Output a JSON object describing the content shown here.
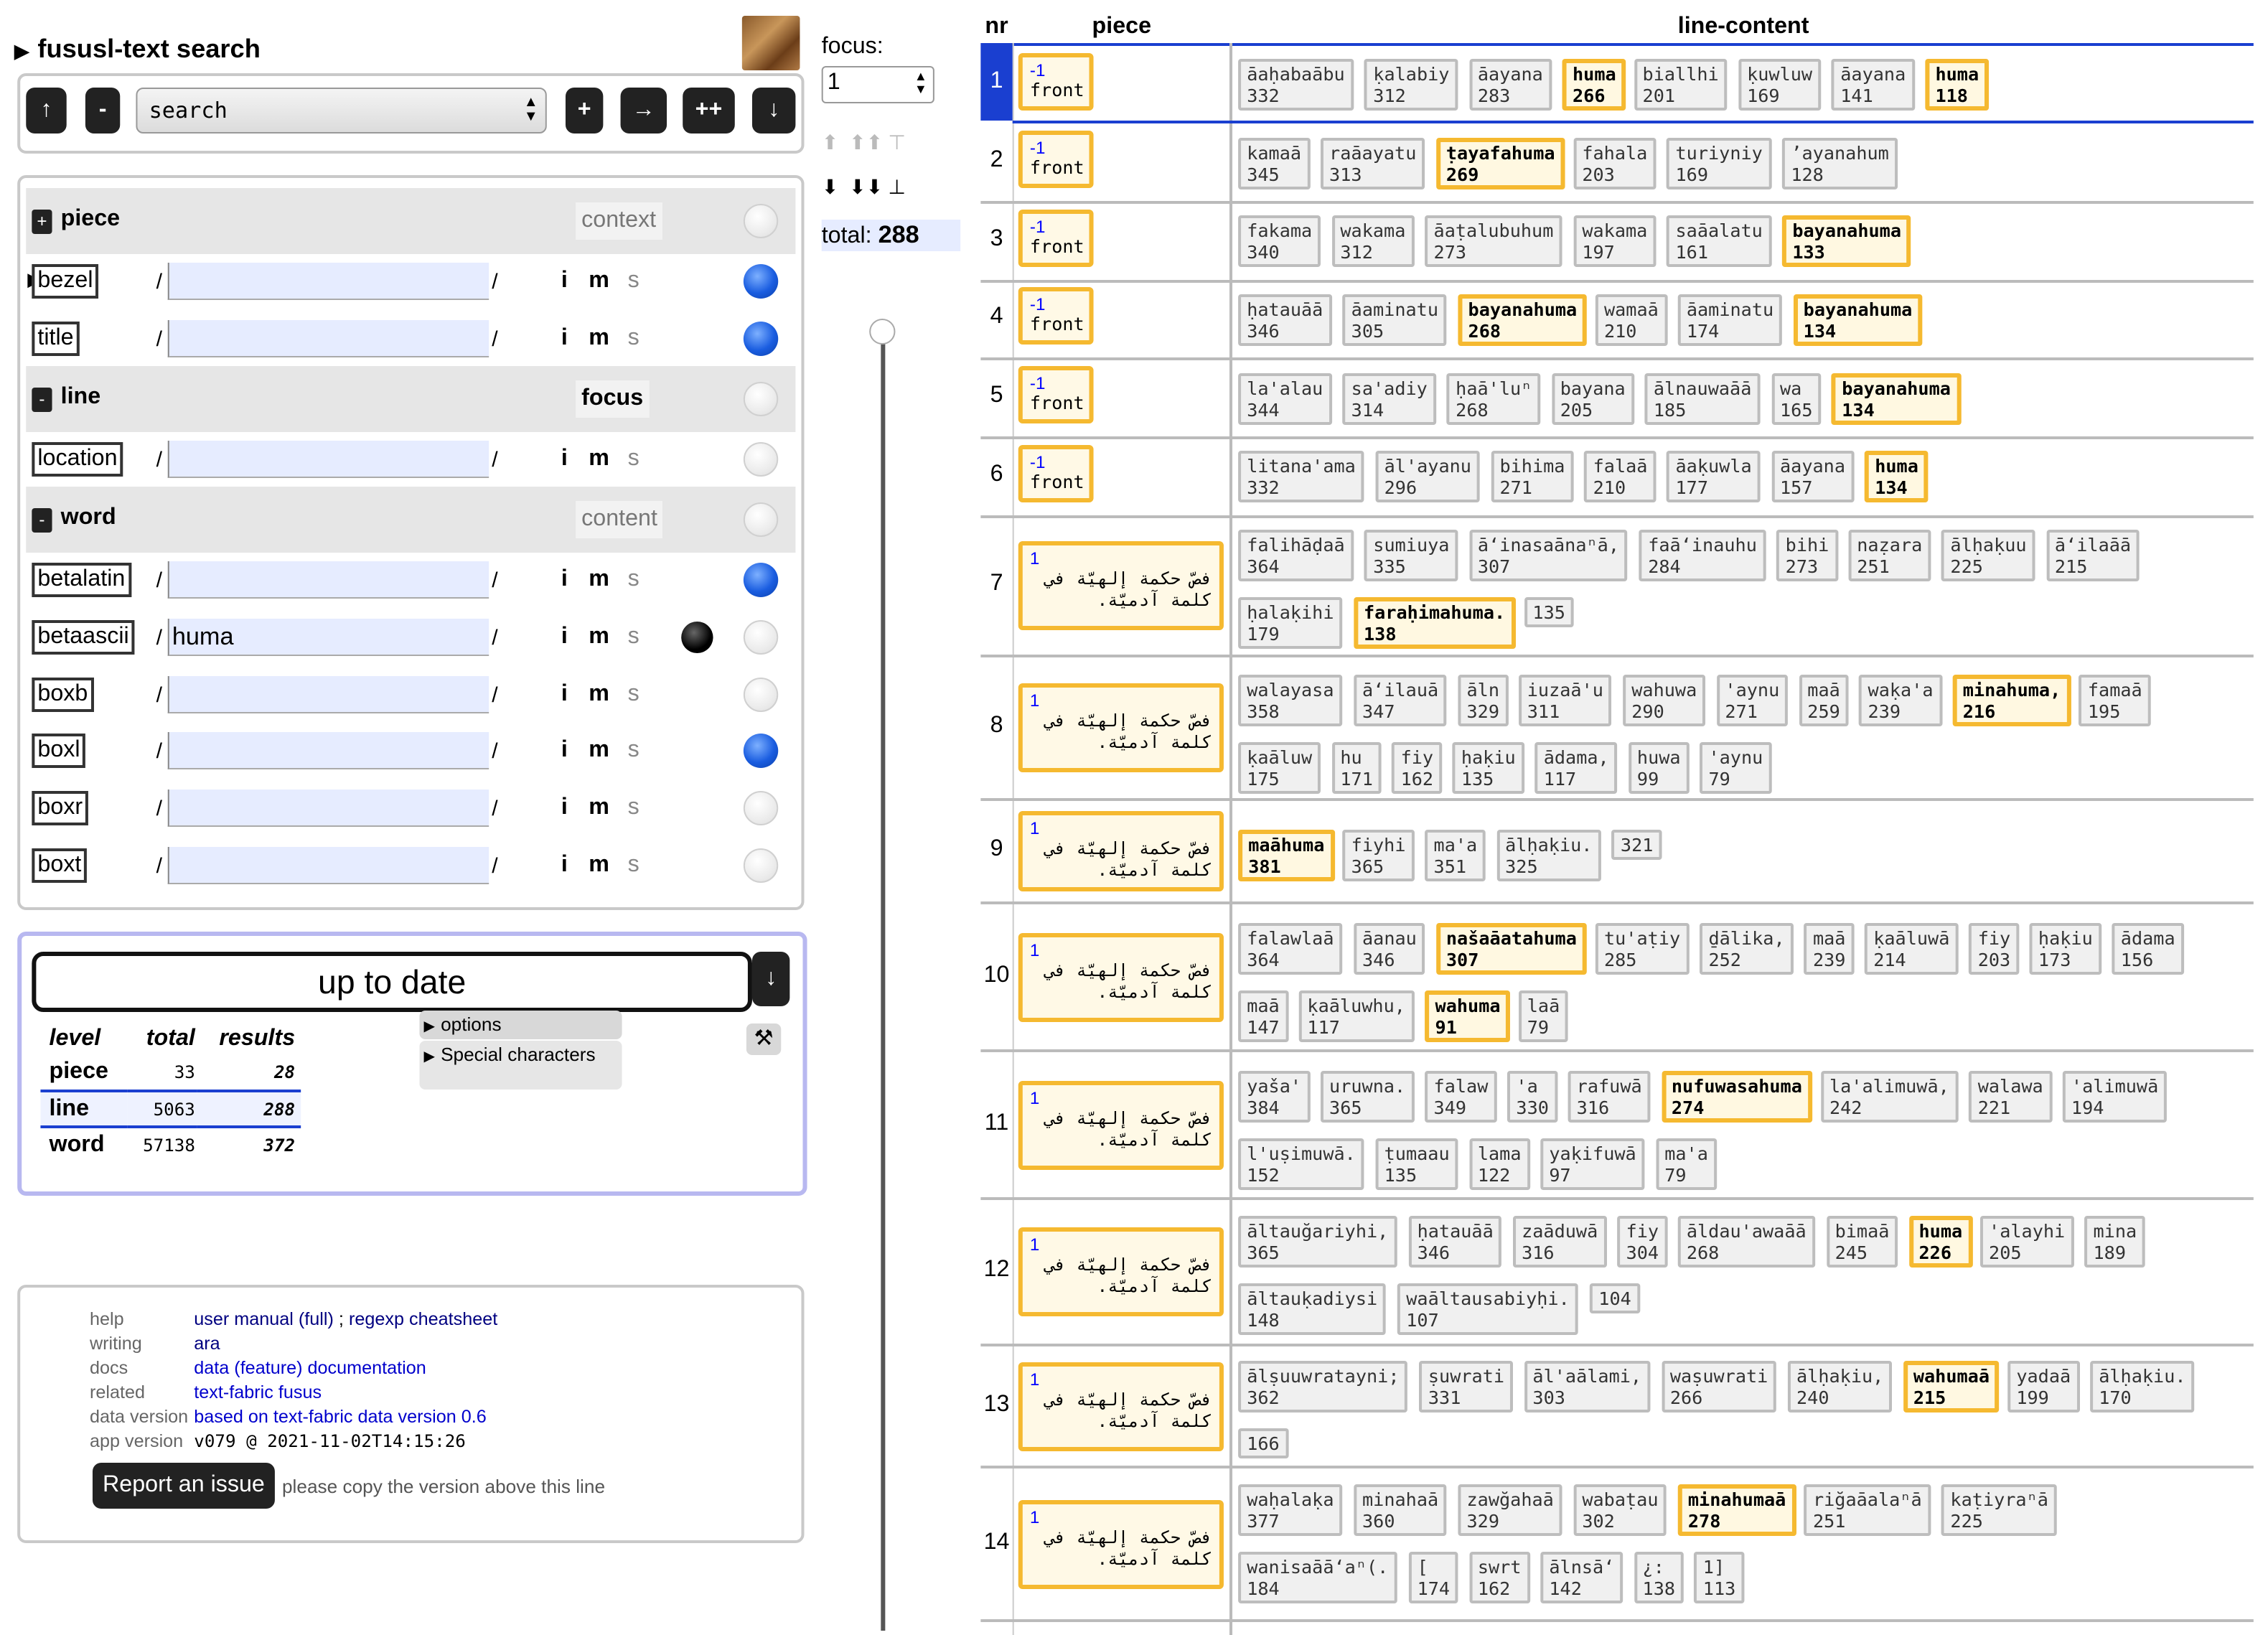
{
  "app": {
    "title": "fususl-text search"
  },
  "nav": {
    "up": "↑",
    "minus": "-",
    "search_option": "search",
    "plus": "+",
    "right": "→",
    "plusplus": "++",
    "down": "↓"
  },
  "levels": [
    {
      "toggle": "+",
      "name": "piece",
      "role": "context"
    },
    {
      "toggle": "-",
      "name": "line",
      "role": "focus"
    },
    {
      "toggle": "-",
      "name": "word",
      "role": "content"
    }
  ],
  "features": [
    {
      "name": "bezel",
      "value": "",
      "radio": "on"
    },
    {
      "name": "title",
      "value": "",
      "radio": "on"
    },
    {
      "name": "location",
      "value": "",
      "radio": "off"
    },
    {
      "name": "betalatin",
      "value": "",
      "radio": "on"
    },
    {
      "name": "betaascii",
      "value": "huma",
      "radio": "off"
    },
    {
      "name": "boxb",
      "value": "",
      "radio": "off"
    },
    {
      "name": "boxl",
      "value": "",
      "radio": "on"
    },
    {
      "name": "boxr",
      "value": "",
      "radio": "off"
    },
    {
      "name": "boxt",
      "value": "",
      "radio": "off"
    }
  ],
  "feature_flags": {
    "slash": "/",
    "i": "i",
    "m": "m",
    "s": "s"
  },
  "status": {
    "label": "up to date",
    "exec_icon": "↓",
    "options": "options",
    "special": "Special characters",
    "tools_icon": "hammer-wrench-icon"
  },
  "stats": {
    "headers": [
      "level",
      "total",
      "results"
    ],
    "rows": [
      {
        "level": "piece",
        "total": "33",
        "results": "28"
      },
      {
        "level": "line",
        "total": "5063",
        "results": "288"
      },
      {
        "level": "word",
        "total": "57138",
        "results": "372"
      }
    ]
  },
  "footer": {
    "help_k": "help",
    "help_v1": "user manual (full)",
    "help_sep": ";",
    "help_v2": "regexp cheatsheet",
    "writing_k": "writing",
    "writing_v": "ara",
    "docs_k": "docs",
    "docs_v": "data (feature) documentation",
    "related_k": "related",
    "related_v": "text-fabric fusus",
    "data_k": "data version",
    "data_v": "based on text-fabric data version 0.6",
    "app_k": "app version",
    "app_v": "v079 @ 2021-11-02T14:15:26",
    "report": "Report an issue",
    "report_note": "please copy the version above this line"
  },
  "focus": {
    "label": "focus:",
    "value": "1",
    "total_label": "total:",
    "total": "288"
  },
  "results": {
    "headers": {
      "nr": "nr",
      "piece": "piece",
      "content": "line-content"
    },
    "front": {
      "n": "-1",
      "t": "front"
    },
    "arabic": {
      "n": "1",
      "t1": "فصّ حكمة إلهيّة في",
      "t2": "كلمة آدميّة."
    },
    "rows": [
      {
        "nr": "1",
        "p": "front",
        "words": [
          [
            "āaḥabaābu",
            "332",
            0
          ],
          [
            "ḳalabiy",
            "312",
            0
          ],
          [
            "āayana",
            "283",
            0
          ],
          [
            "huma",
            "266",
            1
          ],
          [
            "biallhi",
            "201",
            0
          ],
          [
            "ḳuwluw",
            "169",
            0
          ],
          [
            "āayana",
            "141",
            0
          ],
          [
            "huma",
            "118",
            1
          ]
        ]
      },
      {
        "nr": "2",
        "p": "front",
        "words": [
          [
            "kamaā",
            "345",
            0
          ],
          [
            "raāayatu",
            "313",
            0
          ],
          [
            "ṭayafahuma",
            "269",
            1
          ],
          [
            "fahala",
            "203",
            0
          ],
          [
            "turiyniy",
            "169",
            0
          ],
          [
            "ʼayanahum",
            "128",
            0
          ]
        ]
      },
      {
        "nr": "3",
        "p": "front",
        "words": [
          [
            "fakama",
            "340",
            0
          ],
          [
            "wakama",
            "312",
            0
          ],
          [
            "āaṭalubuhum",
            "273",
            0
          ],
          [
            "wakama",
            "197",
            0
          ],
          [
            "saāalatu",
            "161",
            0
          ],
          [
            "bayanahuma",
            "133",
            1
          ]
        ]
      },
      {
        "nr": "4",
        "p": "front",
        "words": [
          [
            "ḥatauāā",
            "346",
            0
          ],
          [
            "āaminatu",
            "305",
            0
          ],
          [
            "bayanahuma",
            "268",
            1
          ],
          [
            "wamaā",
            "210",
            0
          ],
          [
            "āaminatu",
            "174",
            0
          ],
          [
            "bayanahuma",
            "134",
            1
          ]
        ]
      },
      {
        "nr": "5",
        "p": "front",
        "words": [
          [
            "la'alau",
            "344",
            0
          ],
          [
            "sa'adiy",
            "314",
            0
          ],
          [
            "ḥaā'luⁿ",
            "268",
            0
          ],
          [
            "bayana",
            "205",
            0
          ],
          [
            "ālnauwaāā",
            "185",
            0
          ],
          [
            "wa",
            "165",
            0
          ],
          [
            "bayanahuma",
            "134",
            1
          ]
        ]
      },
      {
        "nr": "6",
        "p": "front",
        "words": [
          [
            "litana'ama",
            "332",
            0
          ],
          [
            "āl'ayanu",
            "296",
            0
          ],
          [
            "bihima",
            "271",
            0
          ],
          [
            "falaā",
            "210",
            0
          ],
          [
            "āaḳuwla",
            "177",
            0
          ],
          [
            "āayana",
            "157",
            0
          ],
          [
            "huma",
            "134",
            1
          ]
        ]
      },
      {
        "nr": "7",
        "p": "ar",
        "words": [
          [
            "falihāḍaā",
            "364",
            0
          ],
          [
            "sumiuya",
            "335",
            0
          ],
          [
            "āʻinasaānaⁿā,",
            "307",
            0
          ],
          [
            "faāʻinauhu",
            "284",
            0
          ],
          [
            "bihi",
            "273",
            0
          ],
          [
            "naẓara",
            "251",
            0
          ],
          [
            "ālḥaḳuu",
            "225",
            0
          ],
          [
            "āʻilaāā",
            "215",
            0
          ],
          [
            "ḥalaḳihi",
            "179",
            0
          ],
          [
            "faraḥimahuma.",
            "138",
            1
          ],
          [
            "",
            "135",
            0
          ]
        ]
      },
      {
        "nr": "8",
        "p": "ar",
        "words": [
          [
            "walayasa",
            "358",
            0
          ],
          [
            "āʻilauā",
            "347",
            0
          ],
          [
            "āln",
            "329",
            0
          ],
          [
            "iuzaā'u",
            "311",
            0
          ],
          [
            "wahuwa",
            "290",
            0
          ],
          [
            "'aynu",
            "271",
            0
          ],
          [
            "maā",
            "259",
            0
          ],
          [
            "waḳa'a",
            "239",
            0
          ],
          [
            "minahuma,",
            "216",
            1
          ],
          [
            "famaā",
            "195",
            0
          ],
          [
            "ḳaāluw",
            "175",
            0
          ],
          [
            "hu",
            "171",
            0
          ],
          [
            "fiy",
            "162",
            0
          ],
          [
            "ḥaḳiu",
            "135",
            0
          ],
          [
            "ādama,",
            "117",
            0
          ],
          [
            "huwa",
            "99",
            0
          ],
          [
            "'aynu",
            "79",
            0
          ]
        ]
      },
      {
        "nr": "9",
        "p": "ar",
        "words": [
          [
            "maāhuma",
            "381",
            1
          ],
          [
            "fiyhi",
            "365",
            0
          ],
          [
            "ma'a",
            "351",
            0
          ],
          [
            "ālḥaḳiu.",
            "325",
            0
          ],
          [
            "",
            "321",
            0
          ]
        ]
      },
      {
        "nr": "10",
        "p": "ar",
        "words": [
          [
            "falawlaā",
            "364",
            0
          ],
          [
            "āanau",
            "346",
            0
          ],
          [
            "našaāatahuma",
            "307",
            1
          ],
          [
            "tu'aṭiy",
            "285",
            0
          ],
          [
            "ḏālika,",
            "252",
            0
          ],
          [
            "maā",
            "239",
            0
          ],
          [
            "ḳaāluwā",
            "214",
            0
          ],
          [
            "fiy",
            "203",
            0
          ],
          [
            "ḥaḳiu",
            "173",
            0
          ],
          [
            "ādama",
            "156",
            0
          ],
          [
            "maā",
            "147",
            0
          ],
          [
            "ḳaāluwhu,",
            "117",
            0
          ],
          [
            "wahuma",
            "91",
            1
          ],
          [
            "laā",
            "79",
            0
          ]
        ]
      },
      {
        "nr": "11",
        "p": "ar",
        "words": [
          [
            "yaša'",
            "384",
            0
          ],
          [
            "uruwna.",
            "365",
            0
          ],
          [
            "falaw",
            "349",
            0
          ],
          [
            "'a",
            "330",
            0
          ],
          [
            "rafuwā",
            "316",
            0
          ],
          [
            "nufuwasahuma",
            "274",
            1
          ],
          [
            "la'alimuwā,",
            "242",
            0
          ],
          [
            "walawa",
            "221",
            0
          ],
          [
            "'alimuwā",
            "194",
            0
          ],
          [
            "l'uṣimuwā.",
            "152",
            0
          ],
          [
            "ṭumaau",
            "135",
            0
          ],
          [
            "lama",
            "122",
            0
          ],
          [
            "yaḳifuwā",
            "97",
            0
          ],
          [
            "ma'a",
            "79",
            0
          ]
        ]
      },
      {
        "nr": "12",
        "p": "ar",
        "words": [
          [
            "āltauğariyhi,",
            "365",
            0
          ],
          [
            "ḥatauāā",
            "346",
            0
          ],
          [
            "zaāduwā",
            "316",
            0
          ],
          [
            "fiy",
            "304",
            0
          ],
          [
            "āldau'awaāā",
            "268",
            0
          ],
          [
            "bimaā",
            "245",
            0
          ],
          [
            "huma",
            "226",
            1
          ],
          [
            "'alayhi",
            "205",
            0
          ],
          [
            "mina",
            "189",
            0
          ],
          [
            "āltauḳadiysi",
            "148",
            0
          ],
          [
            "waāltausabiyḥi.",
            "107",
            0
          ],
          [
            "",
            "104",
            0
          ]
        ]
      },
      {
        "nr": "13",
        "p": "ar",
        "words": [
          [
            "ālṣuuwratayni;",
            "362",
            0
          ],
          [
            "ṣuwrati",
            "331",
            0
          ],
          [
            "āl'aālami,",
            "303",
            0
          ],
          [
            "waṣuwrati",
            "266",
            0
          ],
          [
            "ālḥaḳiu,",
            "240",
            0
          ],
          [
            "wahumaā",
            "215",
            1
          ],
          [
            "yadaā",
            "199",
            0
          ],
          [
            "ālḥaḳiu.",
            "170",
            0
          ],
          [
            "",
            "166",
            0
          ]
        ]
      },
      {
        "nr": "14",
        "p": "ar",
        "words": [
          [
            "waḥalaḳa",
            "377",
            0
          ],
          [
            "minahaā",
            "360",
            0
          ],
          [
            "zawğahaā",
            "329",
            0
          ],
          [
            "wabaṭau",
            "302",
            0
          ],
          [
            "minahumaā",
            "278",
            1
          ],
          [
            "riğaāalaⁿā",
            "251",
            0
          ],
          [
            "kaṭiyraⁿā",
            "225",
            0
          ],
          [
            "wanisaāāʻaⁿ(.",
            "184",
            0
          ],
          [
            "[",
            "174",
            0
          ],
          [
            "swrt",
            "162",
            0
          ],
          [
            "ālnsāʻ",
            "142",
            0
          ],
          [
            "¿:",
            "138",
            0
          ],
          [
            "1]",
            "113",
            0
          ]
        ]
      }
    ]
  }
}
